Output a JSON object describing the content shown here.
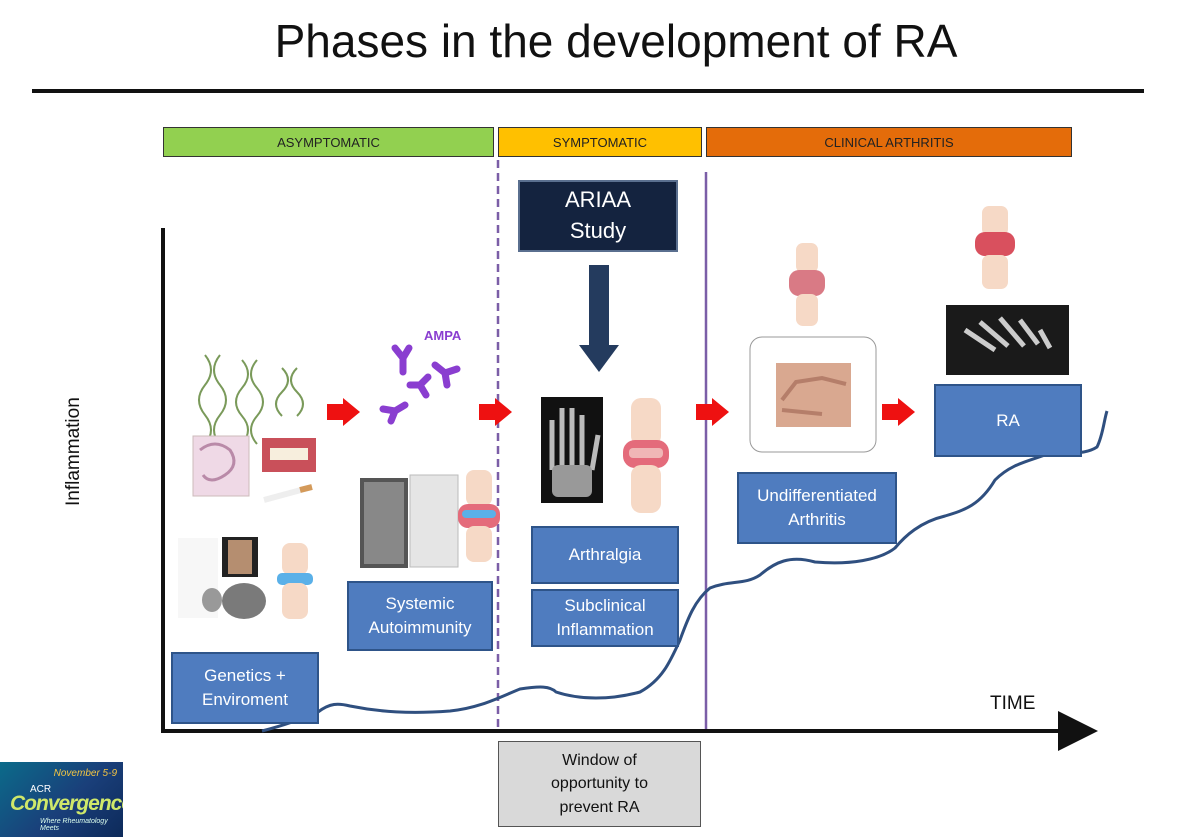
{
  "title": "Phases in the development of RA",
  "phases": [
    {
      "label": "ASYMPTOMATIC",
      "color": "#92d050"
    },
    {
      "label": "SYMPTOMATIC",
      "color": "#ffc000"
    },
    {
      "label": "CLINICAL ARTHRITIS",
      "color": "#e46c0a"
    }
  ],
  "study_box": {
    "label": "ARIAA\nStudy",
    "color": "#14233f"
  },
  "stage_boxes": {
    "genetics": "Genetics +\nEnviroment",
    "autoimmunity": "Systemic\nAutoimmunity",
    "arthralgia": "Arthralgia",
    "subclinical": "Subclinical\nInflammation",
    "undifferentiated": "Undifferentiated\nArthritis",
    "ra": "RA"
  },
  "ampa_label": "AMPA",
  "axes": {
    "y_label": "Inflammation",
    "x_label": "TIME"
  },
  "window_box": "Window of\nopportunity to\nprevent RA",
  "logo": {
    "dates": "November 5-9",
    "acr": "ACR",
    "name": "Convergence",
    "sub": "Where Rheumatology Meets"
  },
  "colors": {
    "arrow": "#ee1111",
    "curve": "#2f4f7f",
    "box": "#4f7cbf",
    "divider": "#7b5ea7"
  }
}
